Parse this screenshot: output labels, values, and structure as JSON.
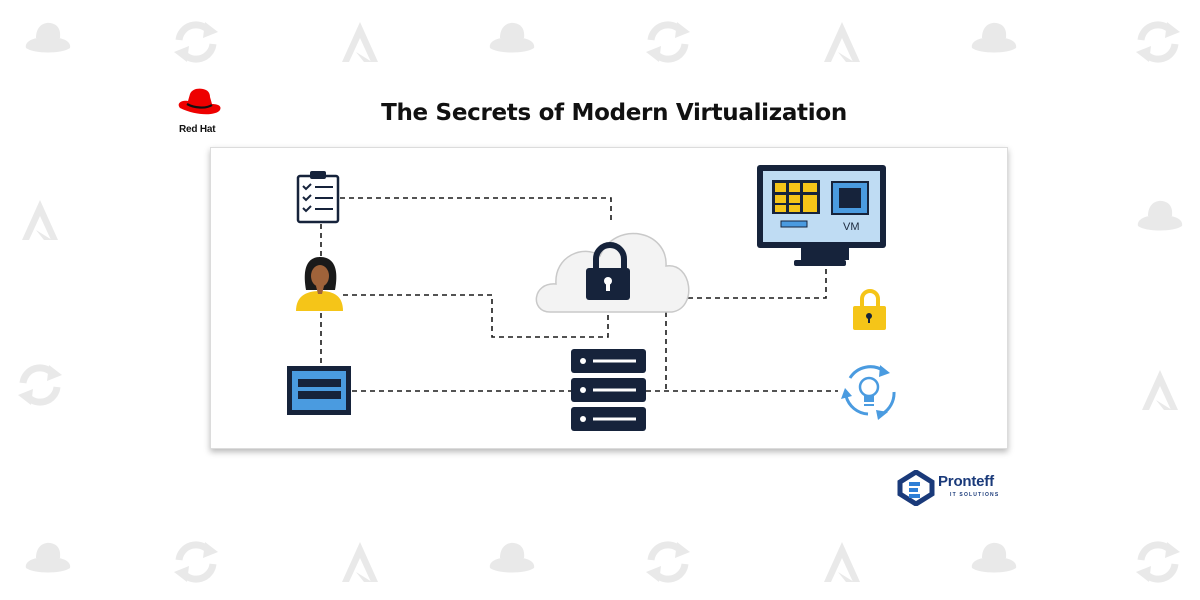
{
  "header": {
    "brand_name": "Red Hat",
    "title": "The Secrets of Modern Virtualization"
  },
  "diagram": {
    "nodes": [
      {
        "id": "checklist",
        "icon": "clipboard-checklist-icon"
      },
      {
        "id": "user",
        "icon": "person-icon"
      },
      {
        "id": "desktop-terminal",
        "icon": "window-icon"
      },
      {
        "id": "secure-cloud",
        "icon": "cloud-lock-icon"
      },
      {
        "id": "server",
        "icon": "server-stack-icon"
      },
      {
        "id": "vm-monitor",
        "icon": "monitor-icon",
        "label": "VM"
      },
      {
        "id": "security",
        "icon": "padlock-icon"
      },
      {
        "id": "innovation",
        "icon": "lightbulb-cycle-icon"
      }
    ],
    "connection_style": "dashed"
  },
  "footer": {
    "company": "Pronteff",
    "tagline": "IT SOLUTIONS"
  },
  "colors": {
    "navy": "#16233b",
    "accent_yellow": "#f5c518",
    "accent_blue": "#4a9be0",
    "red_hat": "#ee0000",
    "watermark": "#e9e9e9",
    "brand_blue": "#1a3a7a"
  }
}
